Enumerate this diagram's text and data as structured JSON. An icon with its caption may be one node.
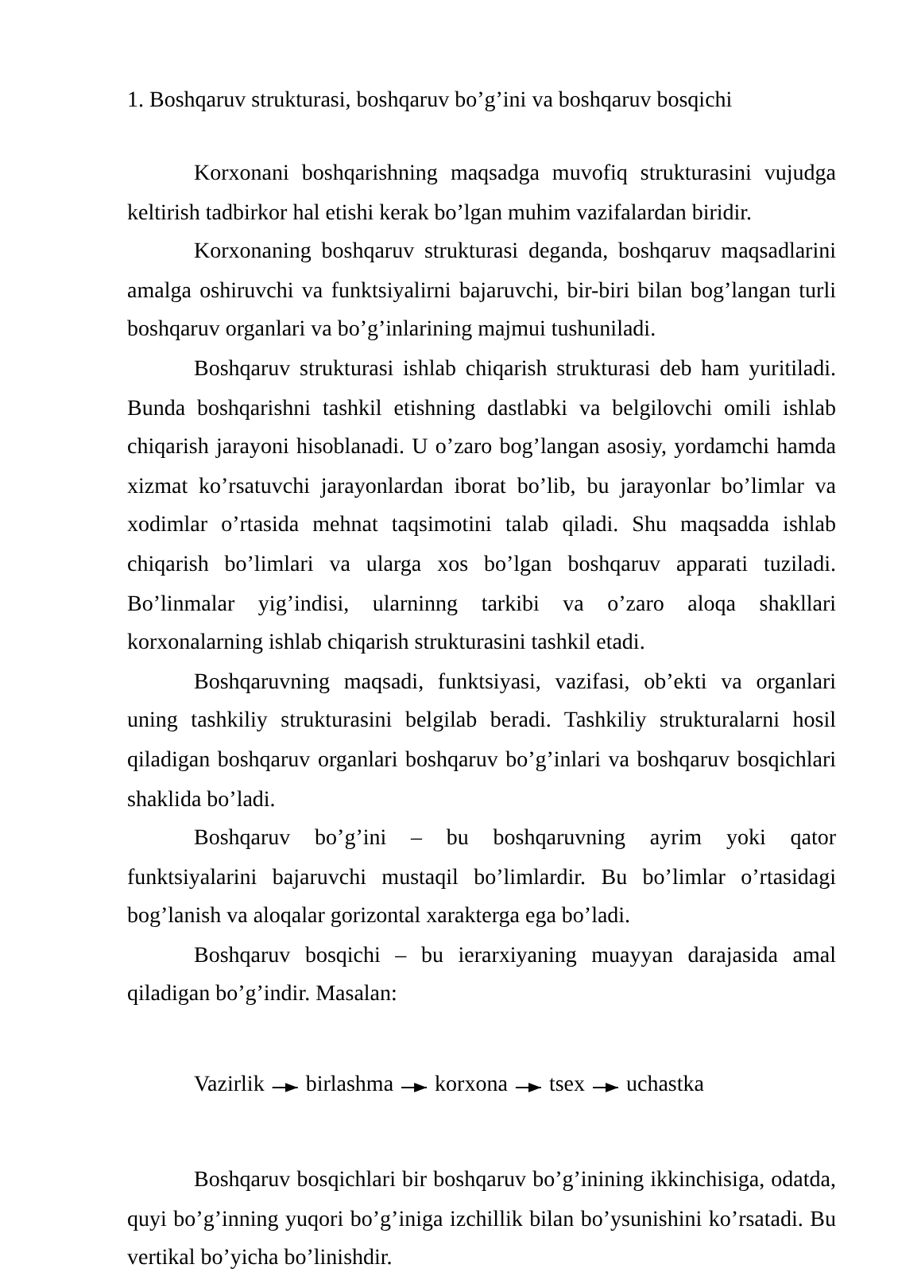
{
  "diagram": {
    "title": "1. Boshqaruv strukturasi, boshqaruv bo’g’ini va boshqaruv bosqichi",
    "nodes": [
      {
        "text": [
          "Vazirlik"
        ]
      },
      {
        "text": [
          "birlashma"
        ]
      },
      {
        "text": [
          "korxona"
        ]
      },
      {
        "text": [
          "tsex"
        ]
      },
      {
        "text": [
          "uchastka"
        ]
      }
    ],
    "edges": [
      {
        "from": 0,
        "to": 1,
        "arrow": "to"
      },
      {
        "from": 1,
        "to": 2,
        "arrow": "to"
      },
      {
        "from": 2,
        "to": 3,
        "arrow": "to"
      },
      {
        "from": 3,
        "to": 4,
        "arrow": "to"
      }
    ],
    "labels": [
      "Korxonani boshqarishning maqsadga muvofiq strukturasini vujudga keltirish tadbirkor hal etishi kerak bo’lgan muhim vazifalardan biridir.",
      "Korxonaning boshqaruv strukturasi deganda, boshqaruv maqsadlarini amalga oshiruvchi va funktsiyalirni bajaruvchi, bir-biri bilan bog’langan turli boshqaruv organlari va bo’g’inlarining majmui tushuniladi.",
      "Boshqaruv strukturasi ishlab chiqarish strukturasi deb ham yuritiladi. Bunda boshqarishni tashkil etishning dastlabki va belgilovchi omili ishlab chiqarish jarayoni hisoblanadi. U o’zaro bog’langan asosiy, yordamchi  hamda xizmat ko’rsatuvchi jarayonlardan iborat bo’lib, bu jarayonlar bo’limlar va xodimlar o’rtasida mehnat taqsimotini talab qiladi. Shu maqsadda ishlab chiqarish bo’limlari va ularga xos bo’lgan boshqaruv apparati tuziladi. Bo’linmalar yig’indisi, ularninng tarkibi va o’zaro aloqa shakllari korxonalarning ishlab chiqarish strukturasini tashkil etadi.",
      "Boshqaruvning maqsadi, funktsiyasi, vazifasi, ob’ekti va organlari  uning tashkiliy strukturasini belgilab beradi. Tashkiliy strukturalarni hosil qiladigan boshqaruv organlari boshqaruv bo’g’inlari va boshqaruv bosqichlari shaklida bo’ladi.",
      "Boshqaruv bo’g’ini – bu boshqaruvning ayrim yoki qator  funktsiyalarini bajaruvchi mustaqil bo’limlardir. Bu bo’limlar o’rtasidagi bog’lanish va aloqalar gorizontal xarakterga ega bo’ladi.",
      "Boshqaruv bosqichi – bu ierarxiyaning muayyan darajasida amal qiladigan bo’g’indir. Masalan:",
      "Boshqaruv bosqichlari bir boshqaruv bo’g’inining ikkinchisiga, odatda, quyi bo’g’inning yuqori bo’g’iniga izchillik bilan bo’ysunishini ko’rsatadi. Bu vertikal bo’yicha bo’linishdir."
    ]
  }
}
